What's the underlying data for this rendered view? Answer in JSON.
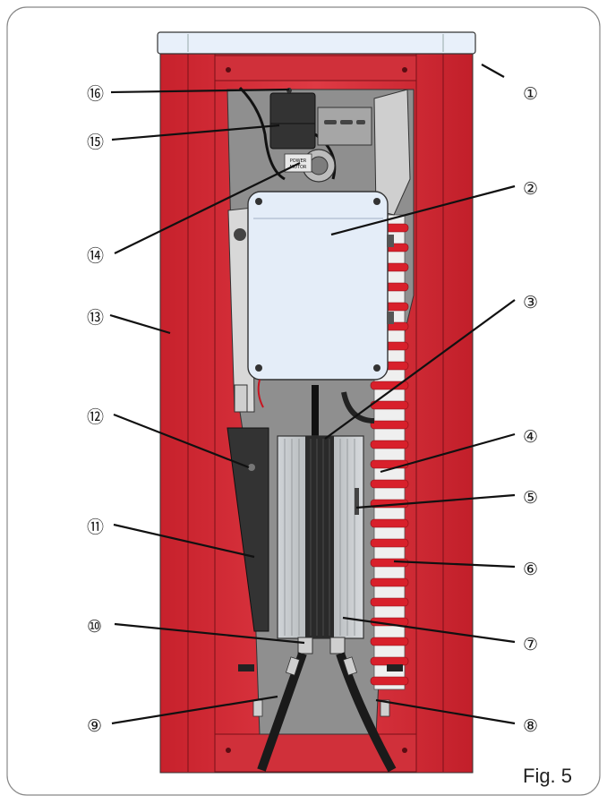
{
  "figure": {
    "caption": "Fig. 5"
  },
  "callouts": [
    {
      "id": "1",
      "label": "①"
    },
    {
      "id": "2",
      "label": "②"
    },
    {
      "id": "3",
      "label": "③"
    },
    {
      "id": "4",
      "label": "④"
    },
    {
      "id": "5",
      "label": "⑤"
    },
    {
      "id": "6",
      "label": "⑥"
    },
    {
      "id": "7",
      "label": "⑦"
    },
    {
      "id": "8",
      "label": "⑧"
    },
    {
      "id": "9",
      "label": "⑨"
    },
    {
      "id": "10",
      "label": "⑩"
    },
    {
      "id": "11",
      "label": "⑪"
    },
    {
      "id": "12",
      "label": "⑫"
    },
    {
      "id": "13",
      "label": "⑬"
    },
    {
      "id": "14",
      "label": "⑭"
    },
    {
      "id": "15",
      "label": "⑮"
    },
    {
      "id": "16",
      "label": "⑯"
    }
  ],
  "plate_text": {
    "line1": "POWER",
    "line2": "MOTOR"
  },
  "colors": {
    "housing_red": "#d42a35",
    "housing_red_dark": "#a81e27",
    "lid": "#e8f0fa",
    "plate_grey": "#8f8f8f",
    "cover_blue": "#e4edf8",
    "heatsink": "#b9bdc0",
    "spring_red": "#d8202b",
    "dark_box": "#333333"
  }
}
